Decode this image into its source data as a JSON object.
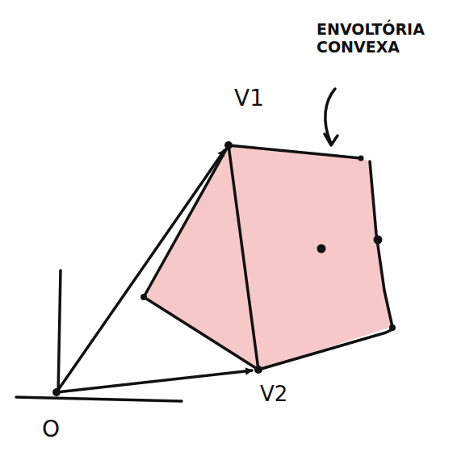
{
  "diagram": {
    "labels": [
      "ENVOLTÓRIA CONVEXA",
      "V1",
      "V2",
      "O"
    ]
  }
}
